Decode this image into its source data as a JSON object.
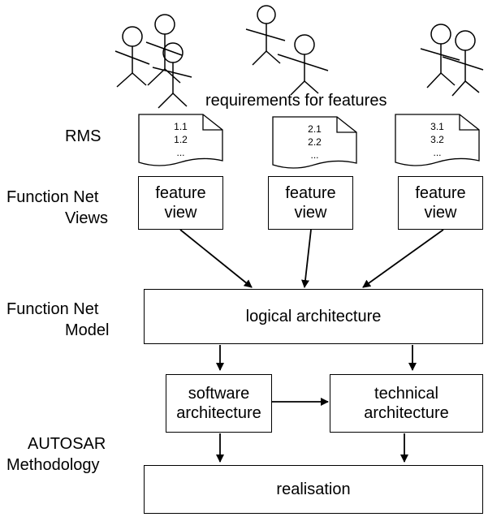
{
  "diagram": {
    "stakeholders_label": "requirements for features",
    "row_labels": {
      "rms": "RMS",
      "fnv_line1": "Function Net",
      "fnv_line2": "Views",
      "fnm_line1": "Function Net",
      "fnm_line2": "Model",
      "autosar_line1": "AUTOSAR",
      "autosar_line2": "Methodology"
    },
    "documents": [
      {
        "lines": [
          "1.1",
          "1.2",
          "..."
        ]
      },
      {
        "lines": [
          "2.1",
          "2.2",
          "..."
        ]
      },
      {
        "lines": [
          "3.1",
          "3.2",
          "..."
        ]
      }
    ],
    "feature_views": [
      {
        "line1": "feature",
        "line2": "view"
      },
      {
        "line1": "feature",
        "line2": "view"
      },
      {
        "line1": "feature",
        "line2": "view"
      }
    ],
    "logical_architecture": "logical architecture",
    "software_architecture": {
      "line1": "software",
      "line2": "architecture"
    },
    "technical_architecture": {
      "line1": "technical",
      "line2": "architecture"
    },
    "realisation": "realisation"
  }
}
